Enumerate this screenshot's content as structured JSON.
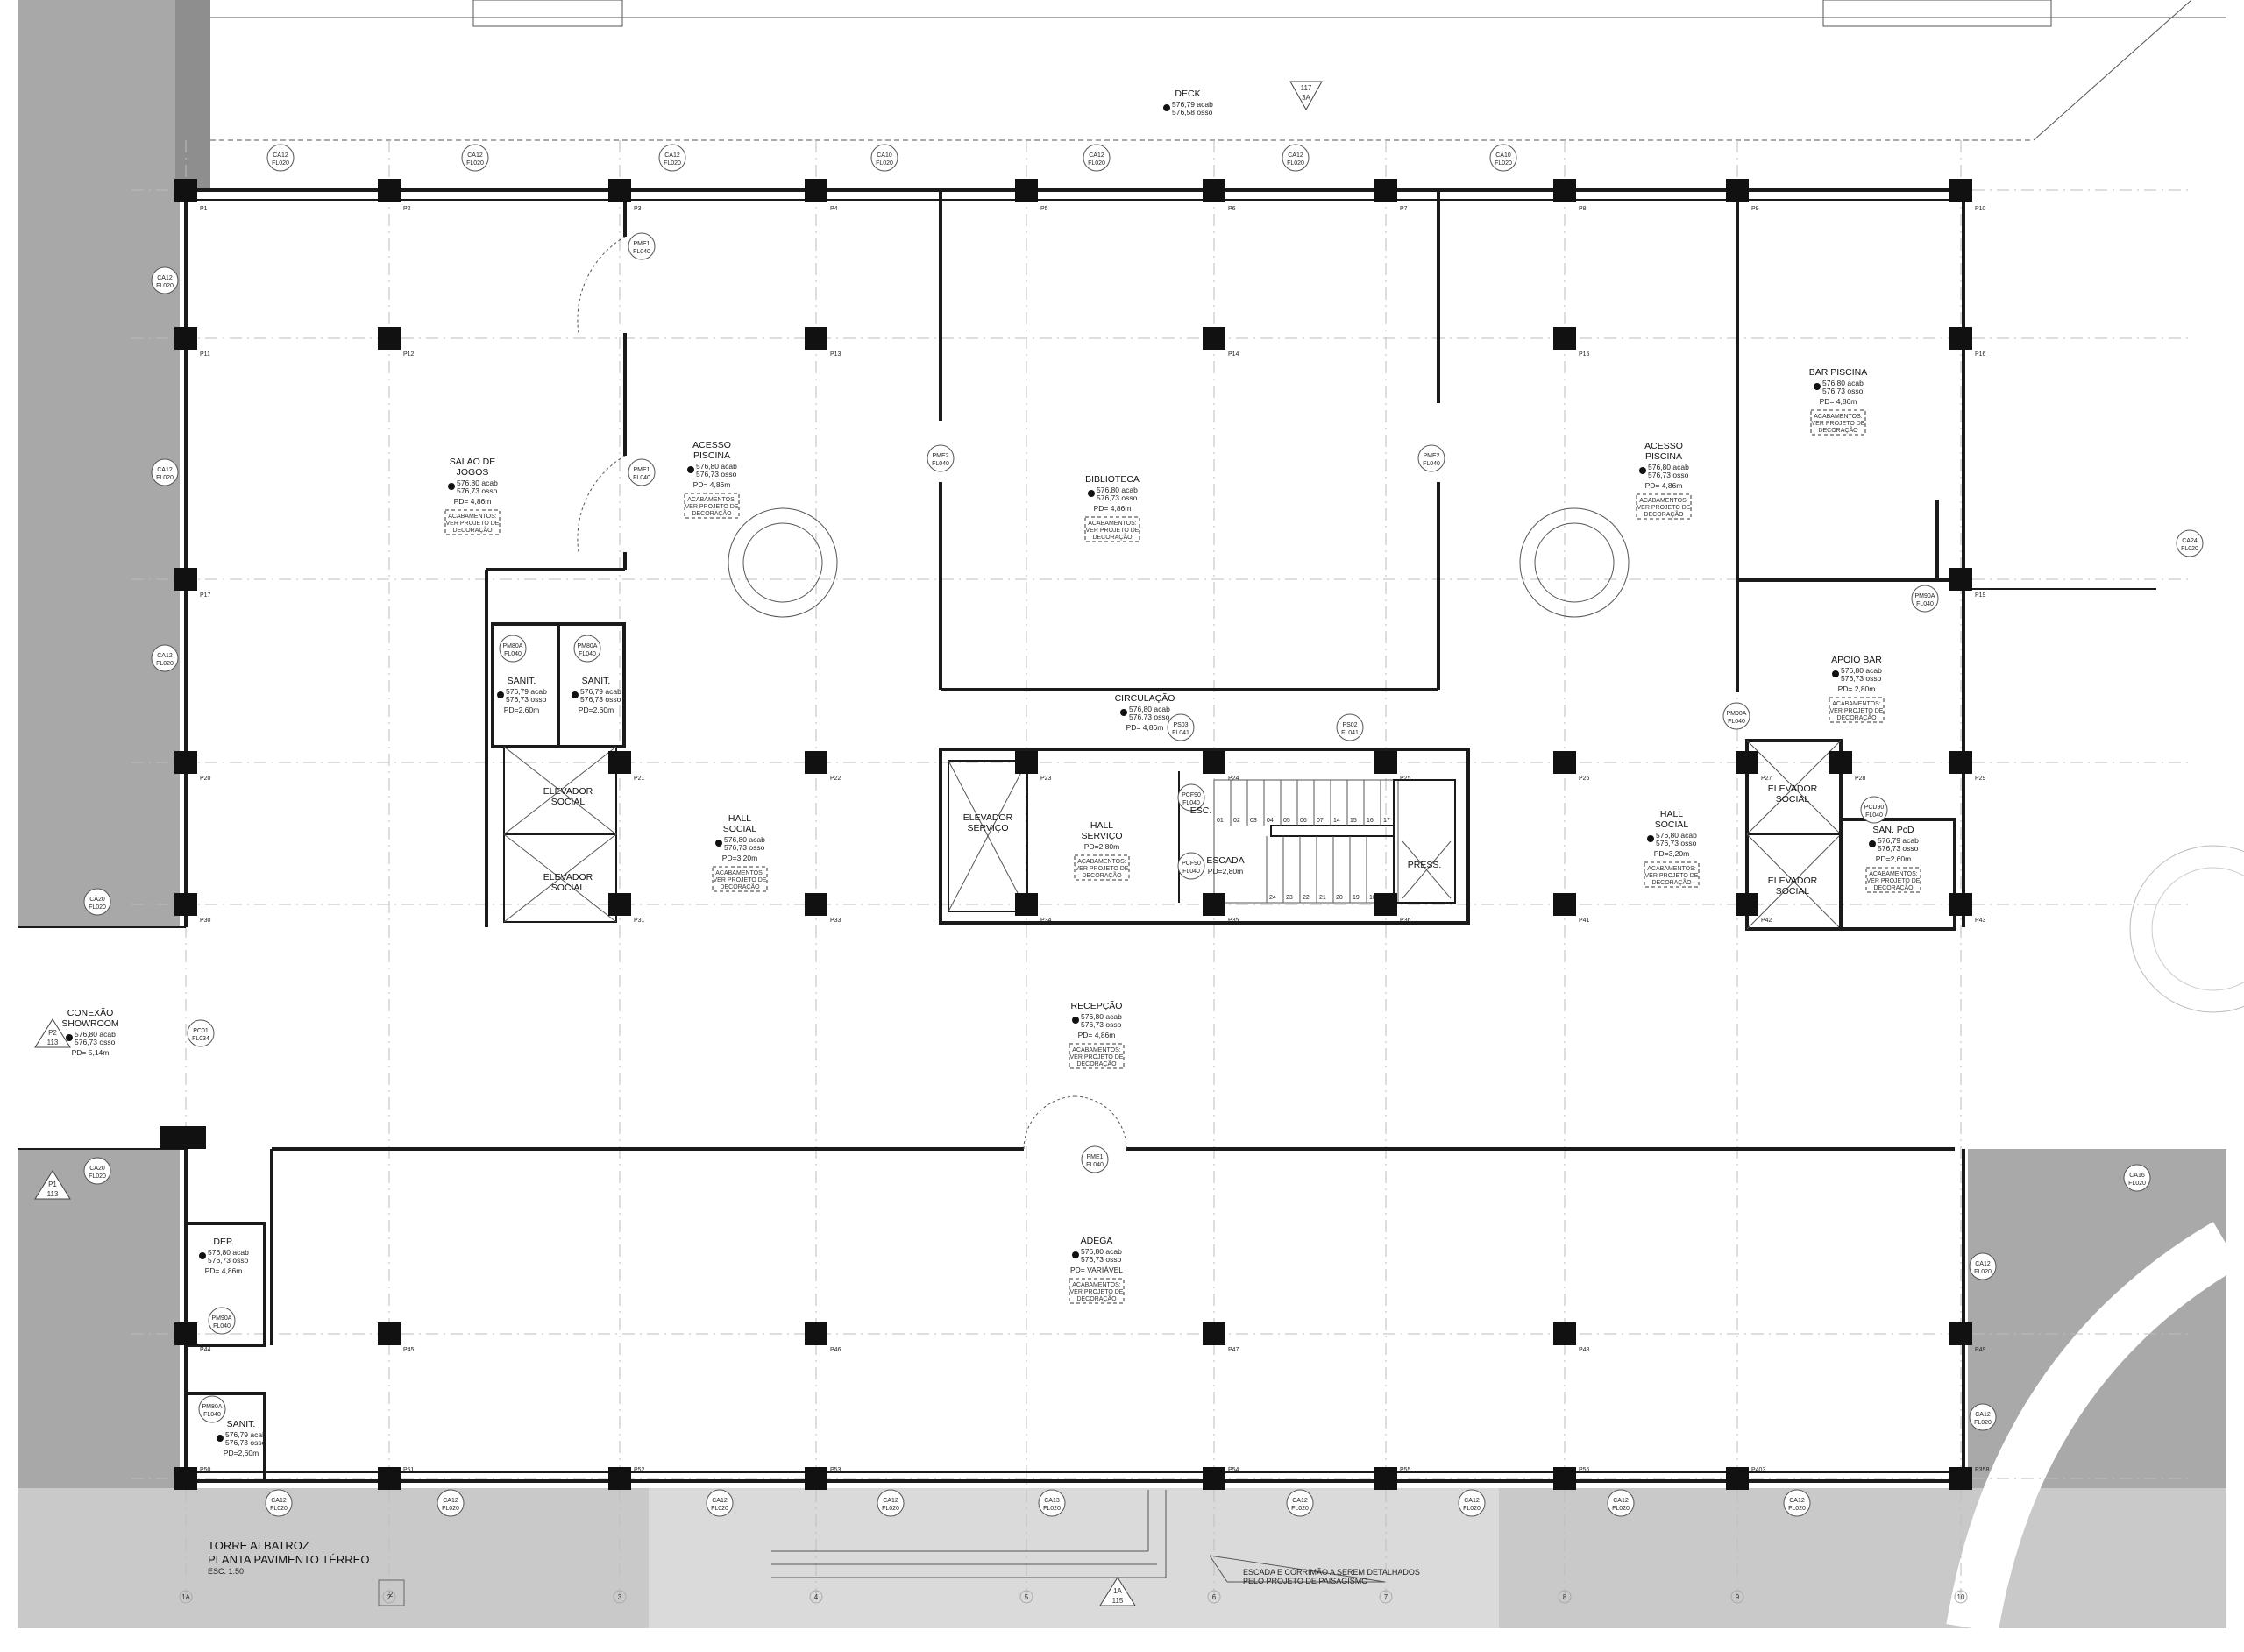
{
  "title_block": {
    "project": "TORRE ALBATROZ",
    "sheet": "PLANTA PAVIMENTO TÉRREO",
    "scale": "ESC. 1:50",
    "sheet_box": "2"
  },
  "note": [
    "ESCADA E CORRIMÃO A SEREM DETALHADOS",
    "PELO PROJETO DE PAISAGISMO"
  ],
  "finishes_note": [
    "ACABAMENTOS:",
    "VER PROJETO DE",
    "DECORAÇÃO"
  ],
  "rooms": [
    {
      "id": "deck",
      "name": [
        "DECK"
      ],
      "acab": "576,79 acab",
      "osso": "576,58 osso"
    },
    {
      "id": "salao-de-jogos",
      "name": [
        "SALÃO DE",
        "JOGOS"
      ],
      "acab": "576,80 acab",
      "osso": "576,73 osso",
      "pd": "PD= 4,86m",
      "finishes": true
    },
    {
      "id": "acesso-piscina-left",
      "name": [
        "ACESSO",
        "PISCINA"
      ],
      "acab": "576,80 acab",
      "osso": "576,73 osso",
      "pd": "PD= 4,86m",
      "finishes": true
    },
    {
      "id": "biblioteca",
      "name": [
        "BIBLIOTECA"
      ],
      "acab": "576,80 acab",
      "osso": "576,73 osso",
      "pd": "PD= 4,86m",
      "finishes": true
    },
    {
      "id": "acesso-piscina-right",
      "name": [
        "ACESSO",
        "PISCINA"
      ],
      "acab": "576,80 acab",
      "osso": "576,73 osso",
      "pd": "PD= 4,86m",
      "finishes": true
    },
    {
      "id": "bar-piscina",
      "name": [
        "BAR PISCINA"
      ],
      "acab": "576,80 acab",
      "osso": "576,73 osso",
      "pd": "PD= 4,86m",
      "finishes": true
    },
    {
      "id": "apoio-bar",
      "name": [
        "APOIO BAR"
      ],
      "acab": "576,80 acab",
      "osso": "576,73 osso",
      "pd": "PD= 2,80m",
      "finishes": true
    },
    {
      "id": "circulacao",
      "name": [
        "CIRCULAÇÃO"
      ],
      "acab": "576,80 acab",
      "osso": "576,73 osso",
      "pd": "PD= 4,86m"
    },
    {
      "id": "sanit-1",
      "name": [
        "SANIT."
      ],
      "acab": "576,79 acab",
      "osso": "576,73 osso",
      "pd": "PD=2,60m"
    },
    {
      "id": "sanit-2",
      "name": [
        "SANIT."
      ],
      "acab": "576,79 acab",
      "osso": "576,73 osso",
      "pd": "PD=2,60m"
    },
    {
      "id": "elevador-social-1",
      "name": [
        "ELEVADOR",
        "SOCIAL"
      ]
    },
    {
      "id": "elevador-social-2",
      "name": [
        "ELEVADOR",
        "SOCIAL"
      ]
    },
    {
      "id": "hall-social-left",
      "name": [
        "HALL",
        "SOCIAL"
      ],
      "acab": "576,80 acab",
      "osso": "576,73 osso",
      "pd": "PD=3,20m",
      "finishes": true
    },
    {
      "id": "elevador-servico",
      "name": [
        "ELEVADOR",
        "SERVIÇO"
      ]
    },
    {
      "id": "hall-servico",
      "name": [
        "HALL",
        "SERVIÇO"
      ],
      "pd": "PD=2,80m",
      "finishes": true
    },
    {
      "id": "esc",
      "name": [
        "ESC."
      ]
    },
    {
      "id": "escada",
      "name": [
        "ESCADA"
      ],
      "pd": "PD=2,80m"
    },
    {
      "id": "press",
      "name": [
        "PRESS."
      ]
    },
    {
      "id": "hall-social-right",
      "name": [
        "HALL",
        "SOCIAL"
      ],
      "acab": "576,80 acab",
      "osso": "576,73 osso",
      "pd": "PD=3,20m",
      "finishes": true
    },
    {
      "id": "elevador-social-3",
      "name": [
        "ELEVADOR",
        "SOCIAL"
      ]
    },
    {
      "id": "elevador-social-4",
      "name": [
        "ELEVADOR",
        "SOCIAL"
      ]
    },
    {
      "id": "san-pcd",
      "name": [
        "SAN. PcD"
      ],
      "acab": "576,79 acab",
      "osso": "576,73 osso",
      "pd": "PD=2,60m",
      "finishes": true
    },
    {
      "id": "recepcao",
      "name": [
        "RECEPÇÃO"
      ],
      "acab": "576,80 acab",
      "osso": "576,73 osso",
      "pd": "PD= 4,86m",
      "finishes": true
    },
    {
      "id": "conexao-showroom",
      "name": [
        "CONEXÃO",
        "SHOWROOM"
      ],
      "acab": "576,80 acab",
      "osso": "576,73 osso",
      "pd": "PD= 5,14m"
    },
    {
      "id": "adega",
      "name": [
        "ADEGA"
      ],
      "acab": "576,80 acab",
      "osso": "576,73 osso",
      "pd": "PD= VARIÁVEL",
      "finishes": true
    },
    {
      "id": "dep",
      "name": [
        "DEP."
      ],
      "acab": "576,80 acab",
      "osso": "576,73 osso",
      "pd": "PD= 4,86m"
    },
    {
      "id": "sanit-3",
      "name": [
        "SANIT."
      ],
      "acab": "576,79 acab",
      "osso": "576,73 osso",
      "pd": "PD=2,60m"
    }
  ],
  "tags": [
    [
      "PME1",
      "FL040"
    ],
    [
      "PME1",
      "FL040"
    ],
    [
      "PME2",
      "FL040"
    ],
    [
      "PME2",
      "FL040"
    ],
    [
      "PM80A",
      "FL040"
    ],
    [
      "PM80A",
      "FL040"
    ],
    [
      "PS03",
      "FL041"
    ],
    [
      "PS02",
      "FL041"
    ],
    [
      "PCF90",
      "FL040"
    ],
    [
      "PCF90",
      "FL040"
    ],
    [
      "PM90A",
      "FL040"
    ],
    [
      "PM90A",
      "FL040"
    ],
    [
      "PM90A",
      "FL040"
    ],
    [
      "PM80A",
      "FL040"
    ],
    [
      "PCD90",
      "FL040"
    ],
    [
      "PC01",
      "FL034"
    ],
    [
      "PME1",
      "FL040"
    ],
    [
      "CA12",
      "FL020"
    ],
    [
      "CA12",
      "FL020"
    ],
    [
      "CA12",
      "FL020"
    ],
    [
      "CA10",
      "FL020"
    ],
    [
      "CA12",
      "FL020"
    ],
    [
      "CA12",
      "FL020"
    ],
    [
      "CA10",
      "FL020"
    ],
    [
      "CA12",
      "FL020"
    ],
    [
      "CA12",
      "FL020"
    ],
    [
      "CA12",
      "FL020"
    ],
    [
      "CA20",
      "FL020"
    ],
    [
      "CA20",
      "FL020"
    ],
    [
      "CA24",
      "FL020"
    ],
    [
      "CA16",
      "FL020"
    ],
    [
      "CA12",
      "FL020"
    ],
    [
      "CA12",
      "FL020"
    ],
    [
      "CA12",
      "FL020"
    ],
    [
      "CA12",
      "FL020"
    ],
    [
      "CA12",
      "FL020"
    ],
    [
      "CA12",
      "FL020"
    ],
    [
      "CA13",
      "FL020"
    ],
    [
      "CA12",
      "FL020"
    ],
    [
      "CA12",
      "FL020"
    ],
    [
      "CA12",
      "FL020"
    ],
    [
      "CA12",
      "FL020"
    ]
  ],
  "columns_top": [
    "P1",
    "P2",
    "P3",
    "P4",
    "P5",
    "P6",
    "P7",
    "P8",
    "P9",
    "P10"
  ],
  "column_labels_other": [
    "P11",
    "P12",
    "P13",
    "P14",
    "P15",
    "P16",
    "P17",
    "P19",
    "P20",
    "P21",
    "P22",
    "P23",
    "P24",
    "P25",
    "P26",
    "P27",
    "P28",
    "P29",
    "P30",
    "P31",
    "P33",
    "P34",
    "P35",
    "P36",
    "P41",
    "P42",
    "P43",
    "P44",
    "P45",
    "P46",
    "P47",
    "P48",
    "P49",
    "P50",
    "P51",
    "P52",
    "P53",
    "P54",
    "P55",
    "P56",
    "P403",
    "P358"
  ],
  "axis_labels": [
    "1A",
    "2",
    "3",
    "4",
    "5",
    "6",
    "7",
    "8",
    "9",
    "10"
  ],
  "section_markers": [
    {
      "top": "117",
      "bottom": "3A"
    },
    {
      "top": "1A",
      "bottom": "115"
    },
    {
      "top": "P2",
      "bottom": "113"
    },
    {
      "top": "P1",
      "bottom": "113"
    }
  ],
  "stair_steps_upper": [
    "01",
    "02",
    "03",
    "04",
    "05",
    "06",
    "07",
    "14",
    "15",
    "16",
    "17"
  ],
  "stair_steps_lower": [
    "24",
    "23",
    "22",
    "21",
    "20",
    "19",
    "18"
  ]
}
